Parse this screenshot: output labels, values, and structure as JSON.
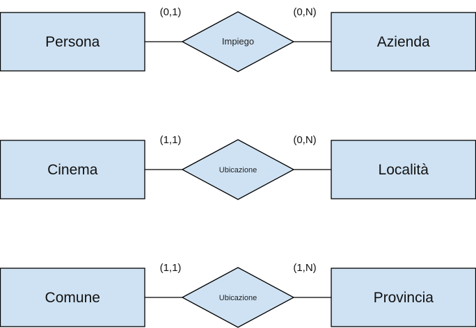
{
  "diagram": {
    "type": "entity-relationship",
    "colors": {
      "fill": "#cfe2f3",
      "stroke": "#000000"
    },
    "rows": [
      {
        "left_entity": "Persona",
        "relationship": "Impiego",
        "right_entity": "Azienda",
        "left_cardinality": "(0,1)",
        "right_cardinality": "(0,N)"
      },
      {
        "left_entity": "Cinema",
        "relationship": "Ubicazione",
        "right_entity": "Località",
        "left_cardinality": "(1,1)",
        "right_cardinality": "(0,N)"
      },
      {
        "left_entity": "Comune",
        "relationship": "Ubicazione",
        "right_entity": "Provincia",
        "left_cardinality": "(1,1)",
        "right_cardinality": "(1,N)"
      }
    ]
  }
}
